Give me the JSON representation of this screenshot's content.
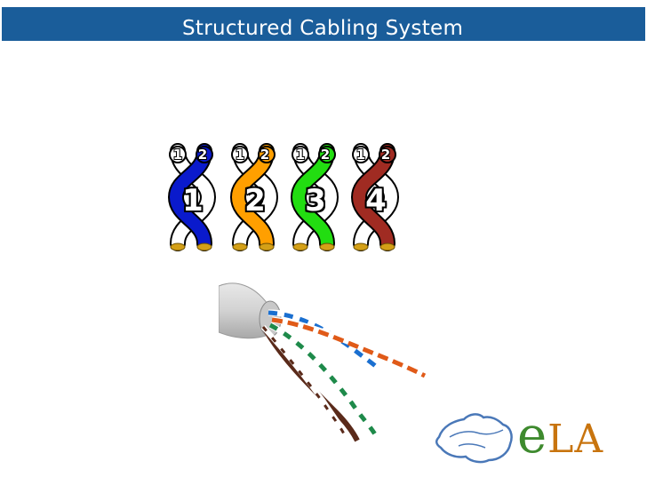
{
  "slide": {
    "title": "Structured Cabling System"
  },
  "pairs": [
    {
      "label": "1",
      "wire_a": "1",
      "wire_b": "2",
      "color": "#0a1acc"
    },
    {
      "label": "2",
      "wire_a": "1",
      "wire_b": "2",
      "color": "#ff9f00"
    },
    {
      "label": "3",
      "wire_a": "1",
      "wire_b": "2",
      "color": "#22dd11"
    },
    {
      "label": "4",
      "wire_a": "1",
      "wire_b": "2",
      "color": "#a02b22"
    }
  ],
  "cable_wire_colors": [
    "#1a6fd0",
    "#1e8a4a",
    "#e05a18",
    "#5a2a1a"
  ],
  "logo": {
    "e": "e",
    "la": "LA",
    "colors": {
      "e": "#3e8a2e",
      "la": "#c8740e",
      "outline": "#4a78b8"
    }
  }
}
